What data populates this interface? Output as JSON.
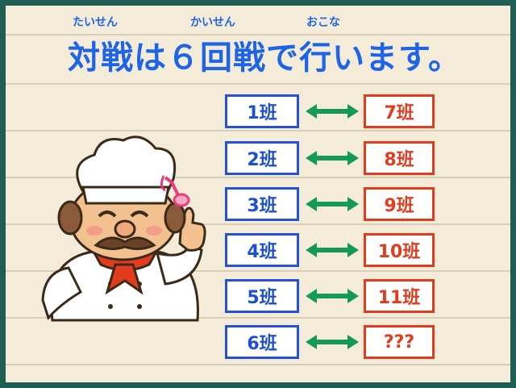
{
  "title": {
    "text": "対戦は６回戦で行います。",
    "ruby": [
      {
        "text": "たいせん"
      },
      {
        "text": "かいせん"
      },
      {
        "text": "おこな"
      }
    ]
  },
  "matches": [
    {
      "left": "1班",
      "right": "7班"
    },
    {
      "left": "2班",
      "right": "8班"
    },
    {
      "left": "3班",
      "right": "9班"
    },
    {
      "left": "4班",
      "right": "10班"
    },
    {
      "left": "5班",
      "right": "11班"
    },
    {
      "left": "6班",
      "right": "???"
    }
  ],
  "colors": {
    "accent_blue": "#1e64e8",
    "team_red": "#e23b1e",
    "arrow_green": "#149a52",
    "frame_green": "#1f5e55",
    "paper": "#f4ecd9"
  },
  "icons": [
    "chef-illustration",
    "music-note-icon",
    "double-arrow-icon"
  ]
}
